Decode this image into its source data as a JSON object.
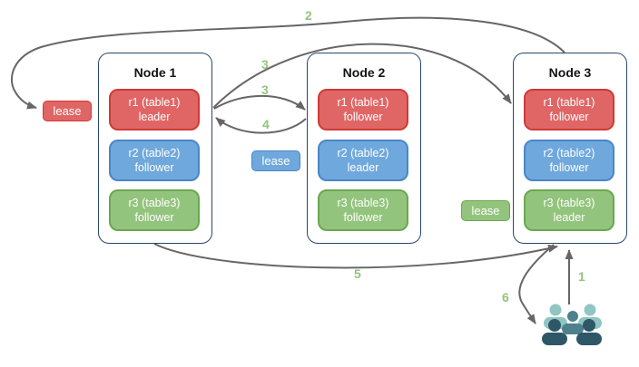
{
  "diagram": {
    "title": "",
    "nodes": [
      {
        "title": "Node 1",
        "replicas": [
          {
            "name": "r1 (table1)",
            "role": "leader",
            "color": "red"
          },
          {
            "name": "r2 (table2)",
            "role": "follower",
            "color": "blue"
          },
          {
            "name": "r3 (table3)",
            "role": "follower",
            "color": "green"
          }
        ]
      },
      {
        "title": "Node 2",
        "replicas": [
          {
            "name": "r1 (table1)",
            "role": "follower",
            "color": "red"
          },
          {
            "name": "r2 (table2)",
            "role": "leader",
            "color": "blue"
          },
          {
            "name": "r3 (table3)",
            "role": "follower",
            "color": "green"
          }
        ]
      },
      {
        "title": "Node 3",
        "replicas": [
          {
            "name": "r1 (table1)",
            "role": "follower",
            "color": "red"
          },
          {
            "name": "r2 (table2)",
            "role": "follower",
            "color": "blue"
          },
          {
            "name": "r3 (table3)",
            "role": "leader",
            "color": "green"
          }
        ]
      }
    ],
    "leases": [
      {
        "label": "lease",
        "color": "red",
        "near": "node1-r1"
      },
      {
        "label": "lease",
        "color": "blue",
        "near": "node2-r2"
      },
      {
        "label": "lease",
        "color": "green",
        "near": "node3-r3"
      }
    ],
    "steps": [
      {
        "n": "1",
        "desc": "client request to Node 3"
      },
      {
        "n": "2",
        "desc": "forwarded to leaseholder"
      },
      {
        "n": "3",
        "desc": "leader to follower Node 3"
      },
      {
        "n": "3",
        "desc": "leader to follower Node 2"
      },
      {
        "n": "4",
        "desc": "follower ack to leader"
      },
      {
        "n": "5",
        "desc": "leader response to Node 3"
      },
      {
        "n": "6",
        "desc": "response to client"
      }
    ],
    "colors": {
      "replica_red": "#e06666",
      "replica_red_border": "#cf3a35",
      "replica_blue": "#6fa8dc",
      "replica_blue_border": "#4a86c8",
      "replica_green": "#93c47d",
      "replica_green_border": "#6aa84f",
      "node_border": "#28476b",
      "arrow": "#666666",
      "step_label": "#93c47d",
      "users_light": "#8fc6c3",
      "users_medium": "#4e808d",
      "users_dark": "#2e5767"
    }
  }
}
